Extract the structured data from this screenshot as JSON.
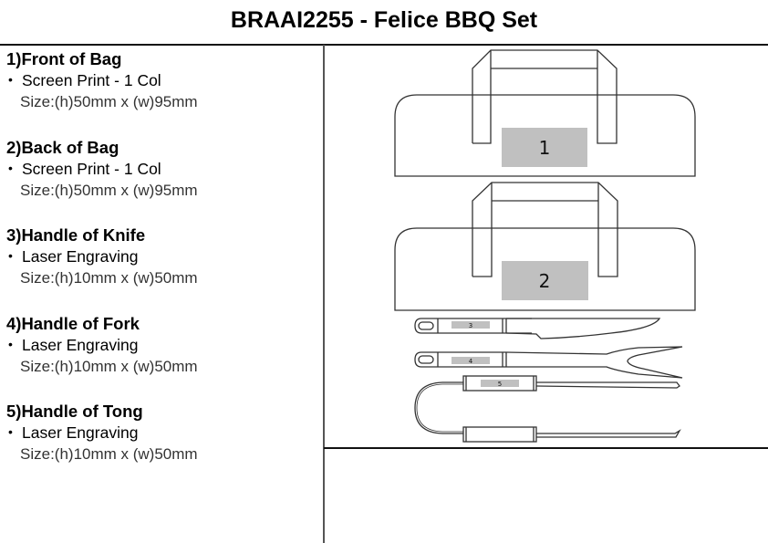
{
  "document": {
    "title": "BRAAI2255 - Felice BBQ Set"
  },
  "specs": [
    {
      "title": "1)Front of Bag",
      "bullet": "•",
      "method": "Screen Print - 1 Col",
      "size": "Size:(h)50mm x (w)95mm"
    },
    {
      "title": "2)Back of Bag",
      "bullet": "•",
      "method": "Screen Print - 1 Col",
      "size": "Size:(h)50mm x (w)95mm"
    },
    {
      "title": "3)Handle of Knife",
      "bullet": "•",
      "method": "Laser Engraving",
      "size": "Size:(h)10mm x (w)50mm"
    },
    {
      "title": "4)Handle of Fork",
      "bullet": "•",
      "method": "Laser Engraving",
      "size": "Size:(h)10mm x (w)50mm"
    },
    {
      "title": "5)Handle of Tong",
      "bullet": "•",
      "method": "Laser Engraving",
      "size": "Size:(h)10mm x (w)50mm"
    }
  ],
  "print_areas": {
    "front_bag": "1",
    "back_bag": "2",
    "knife": "3",
    "fork": "4",
    "tong": "5"
  },
  "colors": {
    "print_area_fill": "#c0c0c0",
    "outline": "#333333"
  }
}
